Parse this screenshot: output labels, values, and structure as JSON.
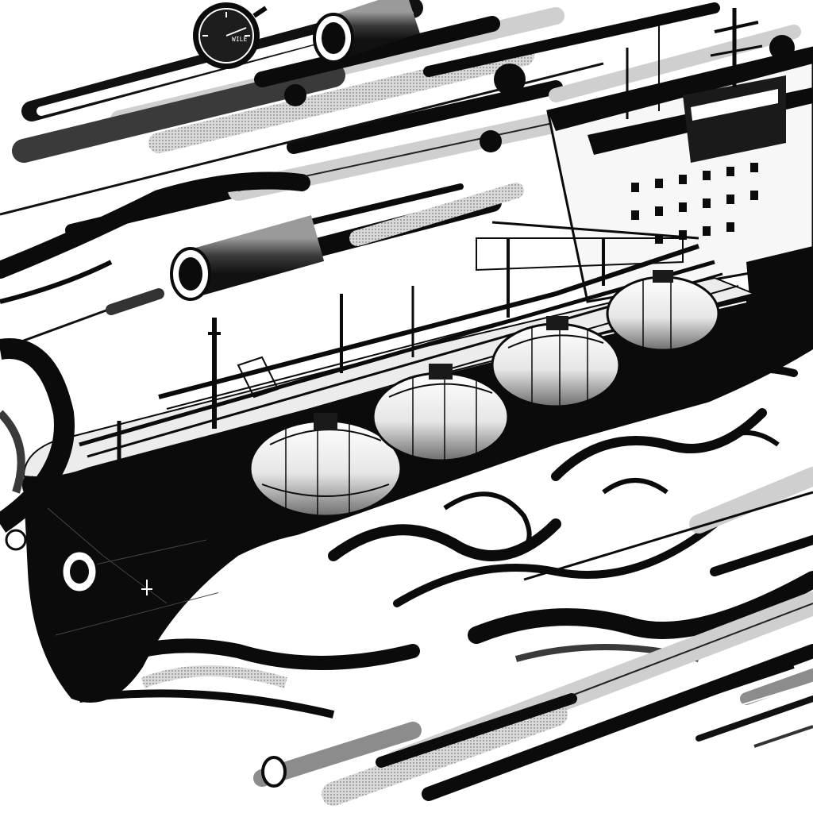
{
  "artwork": {
    "style": "black-and-white ink illustration",
    "palette": {
      "ink": "#0b0b0b",
      "dark_gray": "#3a3a3a",
      "mid_gray": "#8c8c8c",
      "light_gray": "#cfcfcf",
      "paper": "#ffffff"
    },
    "subjects": [
      "gas-carrier-ship",
      "spherical-cargo-tanks",
      "bridge-superstructure",
      "turbulent-waves",
      "flying-pipes",
      "pressure-gauge"
    ]
  },
  "gauge": {
    "scale_text": "WILE"
  }
}
